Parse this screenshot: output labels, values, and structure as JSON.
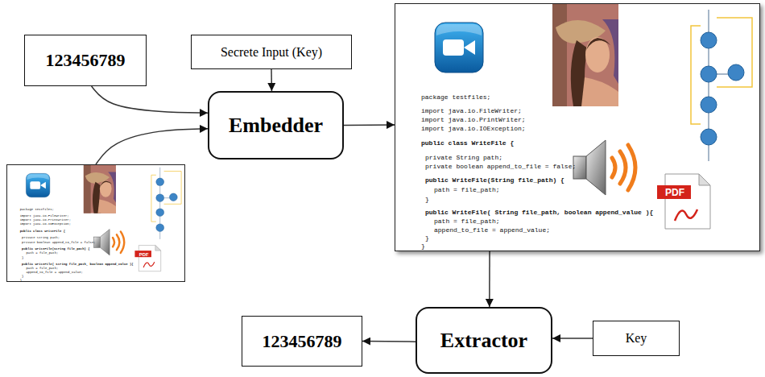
{
  "diagram": {
    "nodes": [
      {
        "text": [
          "123456789"
        ]
      },
      {
        "text": [
          "Secrete Input (Key)"
        ]
      },
      {
        "text": [
          "Embedder"
        ]
      },
      {
        "text": [
          "package testfiles;",
          "import java.io.FileWriter;",
          "import java.io.PrintWriter;",
          "import java.io.IOException;",
          "public class WriteFile {",
          "private String path;",
          "private boolean append_to_file = false;",
          "public WriteFile(String file_path) {",
          "path = file_path;",
          "}",
          "public WriteFile( String file_path, boolean append_value ){",
          "path = file_path;",
          "append_to_file = append_value;",
          "}",
          "}",
          "PDF"
        ]
      },
      {
        "text": [
          "package testfiles;",
          "import java.io.FileWriter;",
          "import java.io.PrintWriter;",
          "import java.io.IOException;",
          "public class WriteFile {",
          "private String path;",
          "private boolean append_to_file = false;",
          "public WriteFile(String file_path) {",
          "path = file_path;",
          "}",
          "public WriteFile( String file_path, boolean append_value ){",
          "path = file_path;",
          "append_to_file = append_value;",
          "}",
          "}",
          "PDF"
        ]
      },
      {
        "text": [
          "123456789"
        ]
      },
      {
        "text": [
          "Extractor"
        ]
      },
      {
        "text": [
          "Key"
        ]
      }
    ],
    "edges": [
      {
        "from": 0,
        "to": 2,
        "arrow": "to"
      },
      {
        "from": 1,
        "to": 2,
        "arrow": "to"
      },
      {
        "from": 3,
        "to": 2,
        "arrow": "to"
      },
      {
        "from": 2,
        "to": 4,
        "arrow": "to"
      },
      {
        "from": 4,
        "to": 6,
        "arrow": "to"
      },
      {
        "from": 7,
        "to": 6,
        "arrow": "to"
      },
      {
        "from": 6,
        "to": 5,
        "arrow": "to"
      }
    ]
  }
}
